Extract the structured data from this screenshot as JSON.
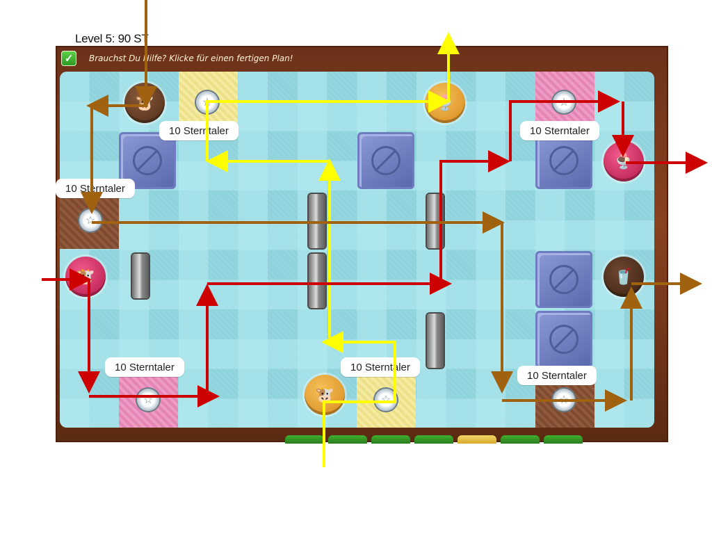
{
  "level_title": "Level 5: 90 ST",
  "help": {
    "checkbox_symbol": "✓",
    "text": "Brauchst Du Hilfe? Klicke für einen fertigen Plan!"
  },
  "labels": [
    "10 Sterntaler",
    "10 Sterntaler",
    "10 Sterntaler",
    "10 Sterntaler",
    "10 Sterntaler",
    "10 Sterntaler"
  ],
  "icons": {
    "cow": "🐮",
    "drink": "🥤",
    "cup": "🍨",
    "star": "☆"
  },
  "slots": [
    {
      "state": "normal"
    },
    {
      "state": "normal"
    },
    {
      "state": "normal"
    },
    {
      "state": "normal"
    },
    {
      "state": "active"
    },
    {
      "state": "normal"
    },
    {
      "state": "normal"
    }
  ],
  "colors": {
    "path_yellow": "#ffff00",
    "path_red": "#cc0000",
    "path_brown": "#a0620f"
  }
}
